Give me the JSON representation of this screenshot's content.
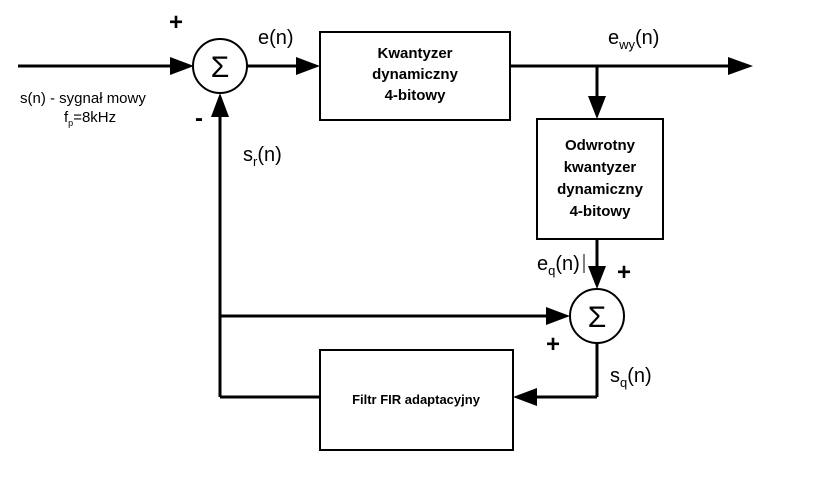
{
  "blocks": {
    "quantizer": [
      "Kwantyzer",
      "dynamiczny",
      "4-bitowy"
    ],
    "inverse_quantizer": [
      "Odwrotny",
      "kwantyzer",
      "dynamiczny",
      "4-bitowy"
    ],
    "fir_filter": "Filtr FIR adaptacyjny"
  },
  "summers": {
    "top": {
      "symbol": "Σ",
      "sign_plus": "+",
      "sign_minus": "-"
    },
    "bottom": {
      "symbol": "Σ",
      "sign_plus_top": "+",
      "sign_plus_left": "+"
    }
  },
  "signals": {
    "input_line1": "s(n) - sygnał mowy",
    "fp_main": "f",
    "fp_sub": "p",
    "fp_value": "=8kHz",
    "e": "e(n)",
    "ewy_main": "e",
    "ewy_sub": "wy",
    "ewy_arg": "(n)",
    "sr_main": "s",
    "sr_sub": "r",
    "sr_arg": "(n)",
    "eq_main": "e",
    "eq_sub": "q",
    "eq_arg": "(n)",
    "sq_main": "s",
    "sq_sub": "q",
    "sq_arg": "(n)"
  }
}
